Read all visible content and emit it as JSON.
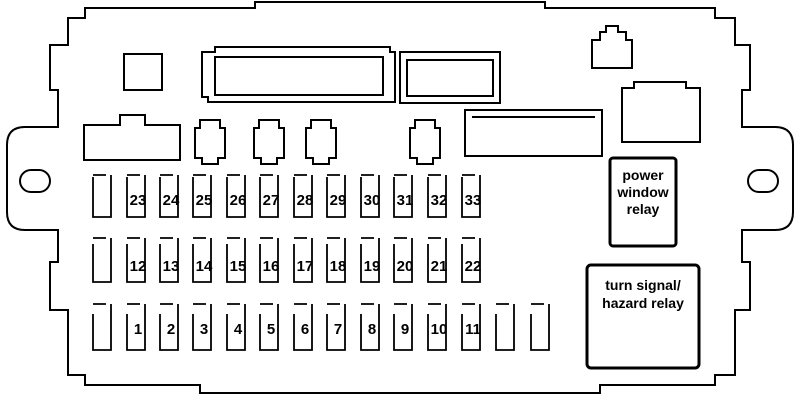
{
  "fuse_rows": [
    {
      "row": "top",
      "numbers": [
        "23",
        "24",
        "25",
        "26",
        "27",
        "28",
        "29",
        "30",
        "31",
        "32",
        "33"
      ]
    },
    {
      "row": "middle",
      "numbers": [
        "12",
        "13",
        "14",
        "15",
        "16",
        "17",
        "18",
        "19",
        "20",
        "21",
        "22"
      ]
    },
    {
      "row": "bottom",
      "numbers": [
        "1",
        "2",
        "3",
        "4",
        "5",
        "6",
        "7",
        "8",
        "9",
        "10",
        "11"
      ]
    }
  ],
  "relays": {
    "power_window": {
      "lines": [
        "power",
        "window",
        "relay"
      ]
    },
    "turn_signal": {
      "lines": [
        "turn signal/",
        "hazard relay"
      ]
    }
  }
}
